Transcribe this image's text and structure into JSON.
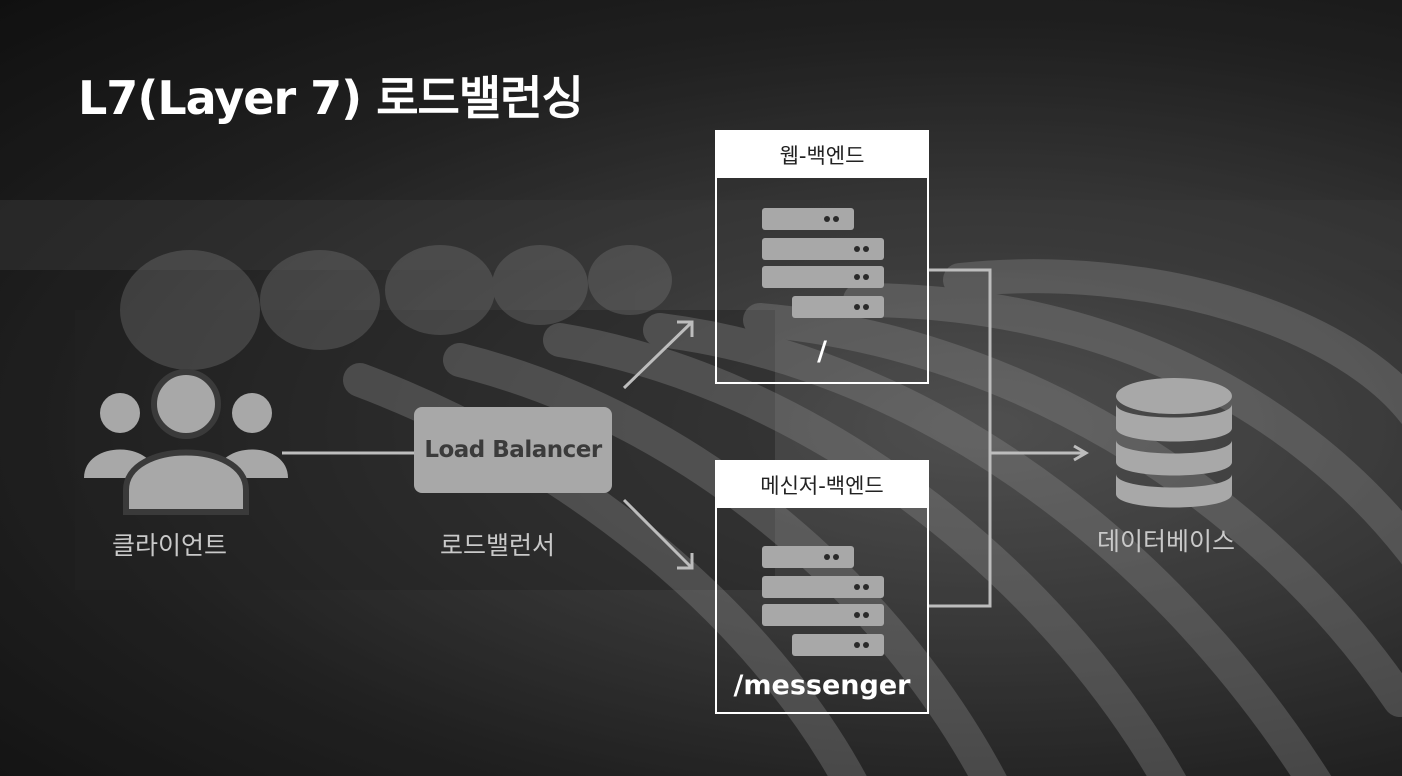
{
  "title": "L7(Layer 7) 로드밸런싱",
  "client": {
    "label": "클라이언트",
    "icon": "users-icon"
  },
  "load_balancer": {
    "box_text": "Load Balancer",
    "label": "로드밸런서"
  },
  "web_backend": {
    "header": "웹-백엔드",
    "path": "/",
    "icon": "server-stack-icon"
  },
  "messenger_backend": {
    "header": "메신저-백엔드",
    "path": "/messenger",
    "icon": "server-stack-icon"
  },
  "database": {
    "label": "데이터베이스",
    "icon": "database-icon"
  },
  "colors": {
    "accent": "#ffffff",
    "icon_gray": "#a8a8a8",
    "line": "#bdbdbd"
  }
}
